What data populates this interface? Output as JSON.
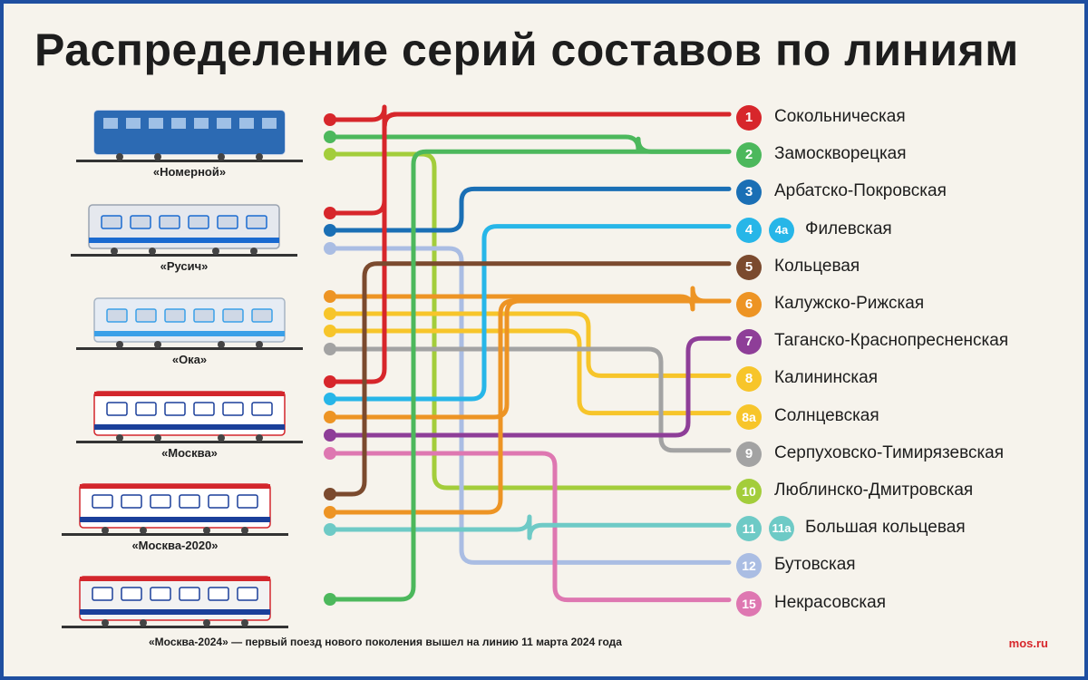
{
  "title": "Распределение серий составов по линиям",
  "trains": [
    {
      "name": "«Номерной»",
      "colors": {
        "body": "#2c6ab3",
        "accent": "#1a4d8f",
        "stripe": "#b8c8e4"
      }
    },
    {
      "name": "«Русич»",
      "colors": {
        "body": "#e5e8ee",
        "accent": "#1a6ad0",
        "stripe": "#9aa3b0"
      }
    },
    {
      "name": "«Ока»",
      "colors": {
        "body": "#e6ecf4",
        "accent": "#3aa0e8",
        "stripe": "#a6b4c4"
      }
    },
    {
      "name": "«Москва»",
      "colors": {
        "body": "#ffffff",
        "accent": "#1a3f9a",
        "stripe": "#d3262c"
      }
    },
    {
      "name": "«Москва-2020»",
      "colors": {
        "body": "#ffffff",
        "accent": "#1a3f9a",
        "stripe": "#d3262c"
      }
    },
    {
      "name": "«Москва-2024» — первый поезд нового поколения вышел на линию 11 марта 2024 года",
      "colors": {
        "body": "#f2f2f2",
        "accent": "#1a3f9a",
        "stripe": "#d3262c"
      }
    }
  ],
  "lines": [
    {
      "num": "1",
      "extra": "",
      "name": "Сокольническая",
      "color": "#d7262b"
    },
    {
      "num": "2",
      "extra": "",
      "name": "Замоскворецкая",
      "color": "#4cb85c"
    },
    {
      "num": "3",
      "extra": "",
      "name": "Арбатско-Покровская",
      "color": "#1a6fb5"
    },
    {
      "num": "4",
      "extra": "4а",
      "name": "Филевская",
      "color": "#27b6e8"
    },
    {
      "num": "5",
      "extra": "",
      "name": "Кольцевая",
      "color": "#7b4a2e"
    },
    {
      "num": "6",
      "extra": "",
      "name": "Калужско-Рижская",
      "color": "#ed9424"
    },
    {
      "num": "7",
      "extra": "",
      "name": "Таганско-Краснопресненская",
      "color": "#8e3e98"
    },
    {
      "num": "8",
      "extra": "",
      "name": "Калининская",
      "color": "#f7c52a"
    },
    {
      "num": "8а",
      "extra": "",
      "name": "Солнцевская",
      "color": "#f7c52a"
    },
    {
      "num": "9",
      "extra": "",
      "name": "Серпуховско-Тимирязевская",
      "color": "#a3a3a3"
    },
    {
      "num": "10",
      "extra": "",
      "name": "Люблинско-Дмитровская",
      "color": "#a3cd3b"
    },
    {
      "num": "11",
      "extra": "11а",
      "name": "Большая кольцевая",
      "color": "#6ecac6"
    },
    {
      "num": "12",
      "extra": "",
      "name": "Бутовская",
      "color": "#aabde3"
    },
    {
      "num": "15",
      "extra": "",
      "name": "Некрасовская",
      "color": "#de77b1"
    }
  ],
  "footnote": "«Москва-2024» — первый поезд нового поколения вышел на линию 11 марта 2024 года",
  "brand": "mos.ru"
}
